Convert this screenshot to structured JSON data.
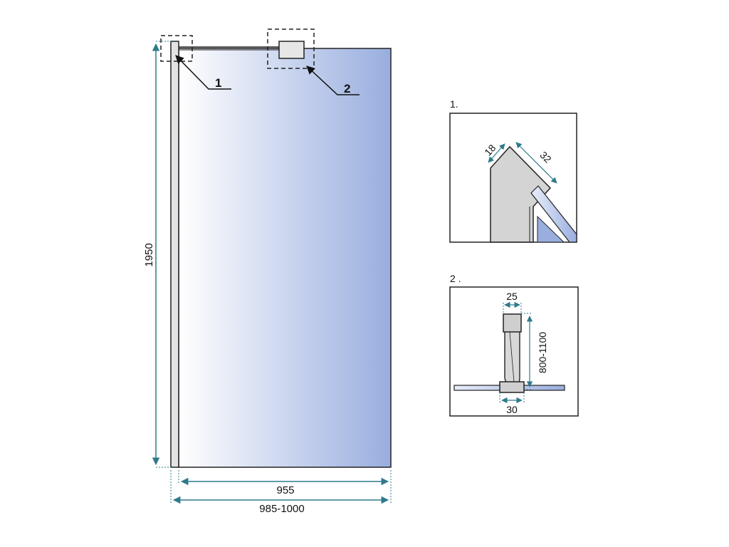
{
  "main_view": {
    "height_dim": "1950",
    "glass_width_dim": "955",
    "total_width_dim": "985-1000",
    "callout_1": "1",
    "callout_2": "2"
  },
  "detail_1": {
    "label": "1.",
    "thickness_dim": "18",
    "depth_dim": "32"
  },
  "detail_2": {
    "label": "2 .",
    "bar_width_dim": "25",
    "length_range_dim": "800-1100",
    "clamp_width_dim": "30"
  },
  "colors": {
    "glass_light": "#ffffff",
    "glass_dark": "#99aedf",
    "dimension_line": "#2d7a8c",
    "profile_gray": "#d4d4d4",
    "outline": "#222222"
  }
}
